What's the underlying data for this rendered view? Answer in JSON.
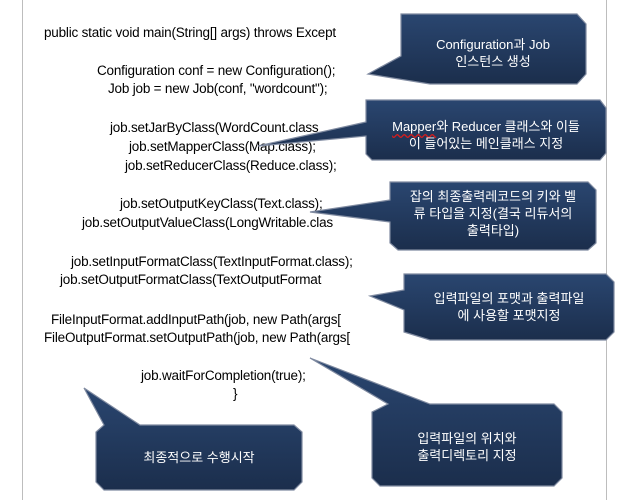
{
  "code_lines": [
    "public static void main(String[] args) throws Except",
    "Configuration conf = new Configuration();",
    "Job job = new Job(conf, \"wordcount\");",
    "job.setJarByClass(WordCount.class",
    "job.setMapperClass(Map.class);",
    "job.setReducerClass(Reduce.class);",
    "job.setOutputKeyClass(Text.class);",
    "job.setOutputValueClass(LongWritable.clas",
    "job.setInputFormatClass(TextInputFormat.class);",
    "job.setOutputFormatClass(TextOutputFormat",
    "FileInputFormat.addInputPath(job, new Path(args[",
    "FileOutputFormat.setOutputPath(job, new Path(args[",
    "job.waitForCompletion(true);",
    "}"
  ],
  "callouts": {
    "config_job": {
      "line1": "Configuration과 Job",
      "line2": "인스턴스 생성"
    },
    "mapper_reducer": {
      "word": "Mapper",
      "line1_rest": "와 Reducer 클래스와 이들",
      "line2": "이 들어있는 메인클래스 지정"
    },
    "output_kv": {
      "line1": "잡의 최종출력레코드의 키와 벨",
      "line2": "류 타입을 지정(결국 리듀서의",
      "line3": "출력타입)"
    },
    "formats": {
      "line1": "입력파일의 포맷과 출력파일",
      "line2": "에 사용할 포맷지정"
    },
    "paths": {
      "line1": "입력파일의 위치와",
      "line2": "출력디렉토리 지정"
    },
    "execution": {
      "line1": "최종적으로 수행시작"
    }
  },
  "colors": {
    "callout_fill": "#1f3556",
    "callout_stroke": "#7f8aa0",
    "callout_text": "#ffffff",
    "code_text": "#000000"
  }
}
